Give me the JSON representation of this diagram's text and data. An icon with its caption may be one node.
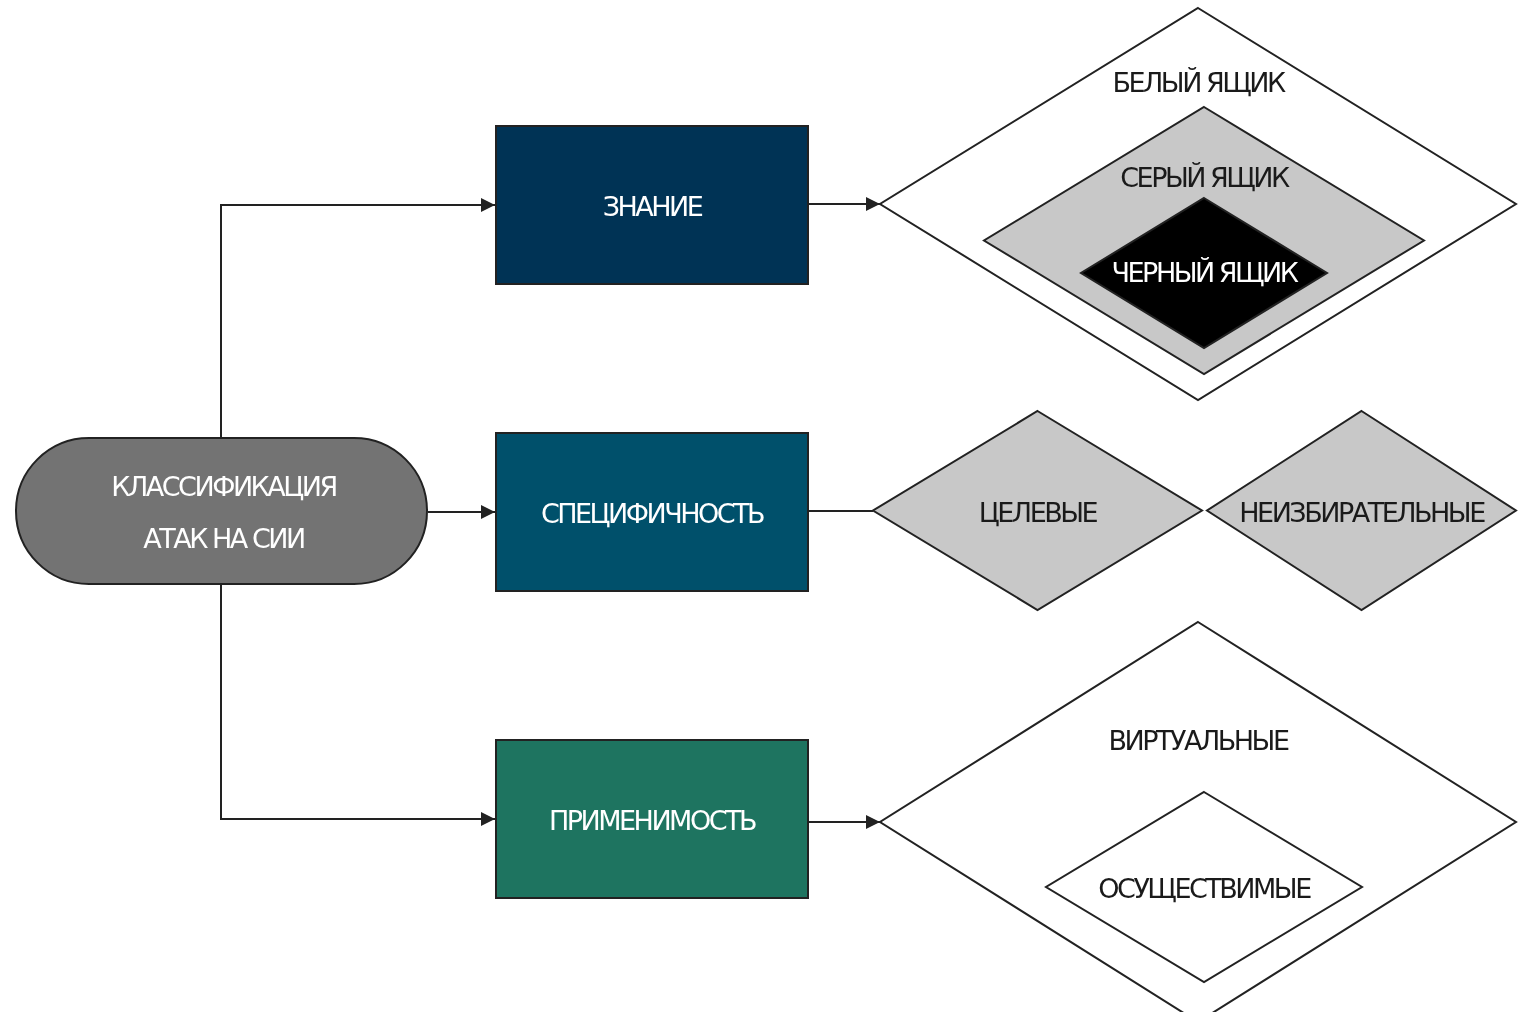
{
  "diagram": {
    "nodes": [
      {
        "text": [
          "КЛАССИФИКАЦИЯ АТАК НА СИИ"
        ]
      },
      {
        "text": [
          "ЗНАНИЕ"
        ]
      },
      {
        "text": [
          "СПЕЦИФИЧНОСТЬ"
        ]
      },
      {
        "text": [
          "ПРИМЕНИМОСТЬ"
        ]
      },
      {
        "text": [
          "БЕЛЫЙ ЯЩИК"
        ]
      },
      {
        "text": [
          "СЕРЫЙ ЯЩИК"
        ],
        "in": 4
      },
      {
        "text": [
          "ЧЕРНЫЙ ЯЩИК"
        ],
        "in": 5
      },
      {
        "text": [
          "ЦЕЛЕВЫЕ"
        ]
      },
      {
        "text": [
          "НЕИЗБИРАТЕЛЬНЫЕ"
        ]
      },
      {
        "text": [
          "ВИРТУАЛЬНЫЕ"
        ]
      },
      {
        "text": [
          "ОСУЩЕСТВИМЫЕ"
        ],
        "in": 9
      }
    ],
    "edges": [
      {
        "from": 0,
        "to": 1,
        "arrow": "to"
      },
      {
        "from": 0,
        "to": 2,
        "arrow": "to"
      },
      {
        "from": 0,
        "to": 3,
        "arrow": "to"
      },
      {
        "from": 1,
        "to": 4,
        "arrow": "to"
      },
      {
        "from": 2,
        "to": 7,
        "arrow": "none"
      },
      {
        "from": 3,
        "to": 9,
        "arrow": "to"
      }
    ]
  }
}
